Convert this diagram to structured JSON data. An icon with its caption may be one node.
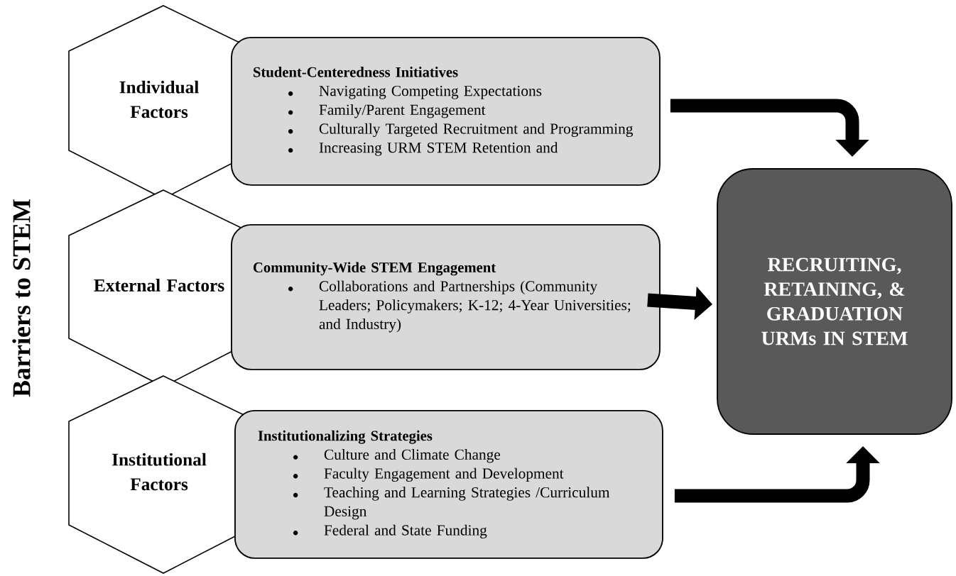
{
  "diagram": {
    "nodes": [
      {
        "text": [
          "Individual Factors"
        ]
      },
      {
        "text": [
          "Student-Centeredness Initiatives",
          "Navigating Competing Expectations",
          "Family/Parent Engagement",
          "Culturally Targeted Recruitment and Programming",
          "Increasing URM STEM Retention and"
        ]
      },
      {
        "text": [
          "External Factors"
        ]
      },
      {
        "text": [
          "Community-Wide STEM Engagement",
          "Collaborations and Partnerships (Community Leaders; Policymakers; K-12; 4-Year Universities; and Industry)"
        ]
      },
      {
        "text": [
          "Institutional Factors"
        ]
      },
      {
        "text": [
          "Institutionalizing Strategies",
          "Culture and Climate Change",
          "Faculty Engagement and Development",
          "Teaching and Learning Strategies /Curriculum Design",
          "Federal and State Funding"
        ]
      },
      {
        "text": [
          "RECRUITING, RETAINING, & GRADUATION URMs IN STEM"
        ]
      }
    ],
    "edges": [
      {
        "from": 1,
        "to": 6,
        "arrow": "to"
      },
      {
        "from": 3,
        "to": 6,
        "arrow": "to"
      },
      {
        "from": 5,
        "to": 6,
        "arrow": "to"
      }
    ],
    "labels": [
      "Barriers to STEM"
    ]
  }
}
